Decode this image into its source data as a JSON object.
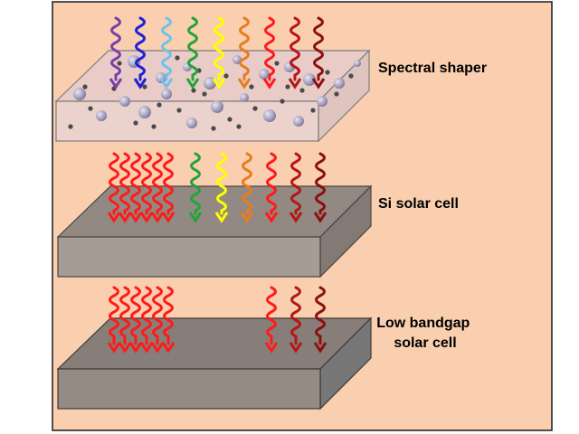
{
  "colors": {
    "background": "#f9cfaf",
    "border": "#1a1a1a",
    "shaper_face": "#e3cccd",
    "shaper_edge": "#7d7d7d",
    "si_face": "#938a85",
    "si_front": "#a39a94",
    "lowgap_face": "#867d78",
    "lowgap_front": "#958c86",
    "particle": "#a8a3c2",
    "dot": "#4a4a4a"
  },
  "photon_colors": {
    "violet": "#7b3fa6",
    "blue": "#1f1fd6",
    "cyan": "#6ec3ea",
    "green": "#22a43a",
    "yellow": "#ffff00",
    "orange": "#e87d1e",
    "red": "#ff1a1a",
    "dark_red": "#b51616",
    "deep_red": "#8b1010"
  },
  "layers": [
    {
      "id": "spectral-shaper",
      "label_lines": [
        "Spectral shaper"
      ],
      "photons": [
        "violet",
        "blue",
        "cyan",
        "green",
        "yellow",
        "orange",
        "red",
        "dark_red",
        "deep_red"
      ]
    },
    {
      "id": "si-solar-cell",
      "label_lines": [
        "Si solar cell"
      ],
      "photons": [
        "red",
        "red",
        "red",
        "red",
        "red",
        "red",
        "green",
        "yellow",
        "orange",
        "red",
        "dark_red",
        "deep_red"
      ]
    },
    {
      "id": "low-bandgap-solar-cell",
      "label_lines": [
        "Low bandgap",
        "solar cell"
      ],
      "photons": [
        "red",
        "red",
        "red",
        "red",
        "red",
        "red",
        "red",
        "dark_red",
        "deep_red"
      ]
    }
  ]
}
